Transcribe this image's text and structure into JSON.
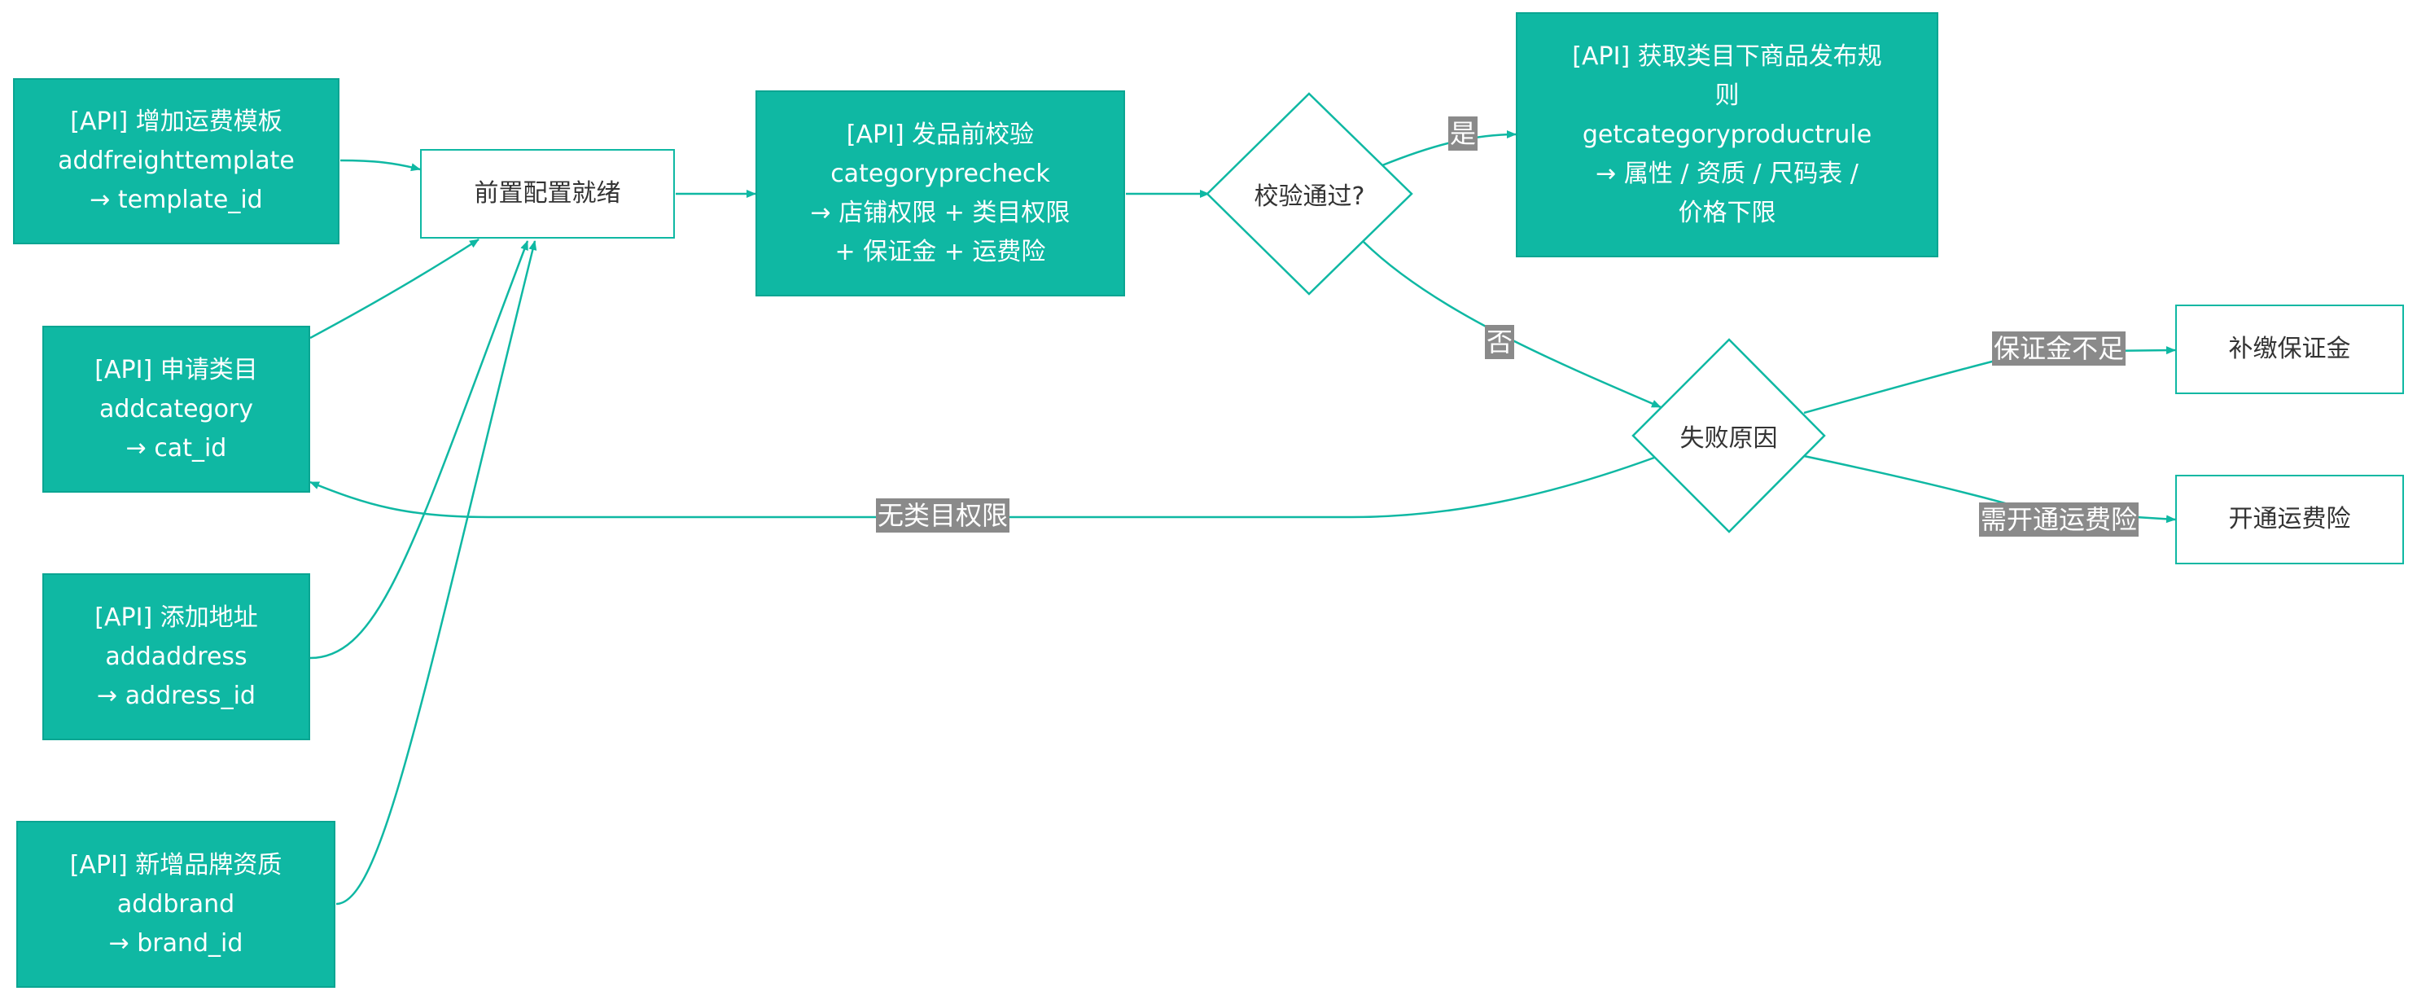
{
  "colors": {
    "accent": "#0fb8a3",
    "label_bg": "#8a8a8a"
  },
  "nodes": {
    "freight": "[API] 增加运费模板\naddfreighttemplate\n→ template_id",
    "category": "[API] 申请类目\naddcategory\n→ cat_id",
    "address": "[API] 添加地址\naddaddress\n→ address_id",
    "brand": "[API] 新增品牌资质\naddbrand\n→ brand_id",
    "ready": "前置配置就绪",
    "precheck": "[API] 发品前校验\ncategoryprecheck\n→ 店铺权限 + 类目权限\n+ 保证金 + 运费险",
    "pass_decision": "校验通过?",
    "rule": "[API] 获取类目下商品发布规\n则\ngetcategoryproductrule\n→ 属性 / 资质 / 尺码表 /\n价格下限",
    "reason_decision": "失败原因",
    "deposit": "补缴保证金",
    "insurance": "开通运费险"
  },
  "edges": {
    "yes": "是",
    "no": "否",
    "no_category": "无类目权限",
    "deposit_short": "保证金不足",
    "need_insurance": "需开通运费险"
  }
}
